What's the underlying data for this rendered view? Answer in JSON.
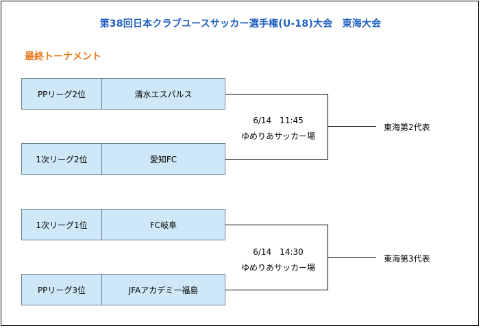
{
  "title": "第38回日本クラブユースサッカー選手権(U-18)大会　東海大会",
  "subtitle": "最終トーナメント",
  "matches": [
    {
      "top": {
        "seed": "PPリーグ2位",
        "team": "清水エスパルス"
      },
      "bottom": {
        "seed": "1次リーグ2位",
        "team": "愛知FC"
      },
      "date": "6/14　11:45",
      "venue": "ゆめりあサッカー場",
      "winner_label": "東海第2代表"
    },
    {
      "top": {
        "seed": "1次リーグ1位",
        "team": "FC岐阜"
      },
      "bottom": {
        "seed": "PPリーグ3位",
        "team": "JFAアカデミー福島"
      },
      "date": "6/14　14:30",
      "venue": "ゆめりあサッカー場",
      "winner_label": "東海第3代表"
    }
  ]
}
